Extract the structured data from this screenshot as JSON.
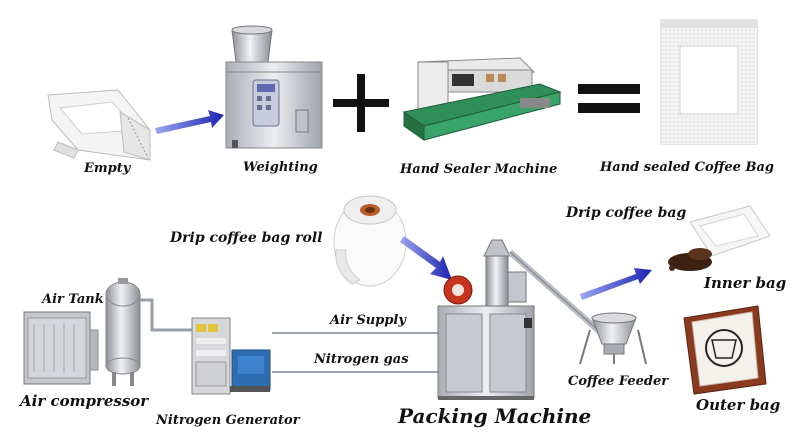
{
  "top_row": {
    "empty": "Empty",
    "weighting": "Weighting",
    "hand_sealer": "Hand Sealer Machine",
    "result": "Hand sealed Coffee Bag"
  },
  "bottom_row": {
    "drip_roll": "Drip coffee bag roll",
    "drip_bag": "Drip coffee bag",
    "inner_bag": "Inner bag",
    "outer_bag": "Outer bag",
    "air_tank": "Air Tank",
    "air_compressor": "Air compressor",
    "nitrogen_generator": "Nitrogen Generator",
    "air_supply": "Air Supply",
    "nitrogen_gas": "Nitrogen gas",
    "packing_machine": "Packing Machine",
    "coffee_feeder": "Coffee Feeder"
  },
  "colors": {
    "arrow": "#2b35d6",
    "arrow_head": "#1c22b0",
    "machine_metal": "#c9ccd2",
    "belt": "#2f8f58"
  }
}
